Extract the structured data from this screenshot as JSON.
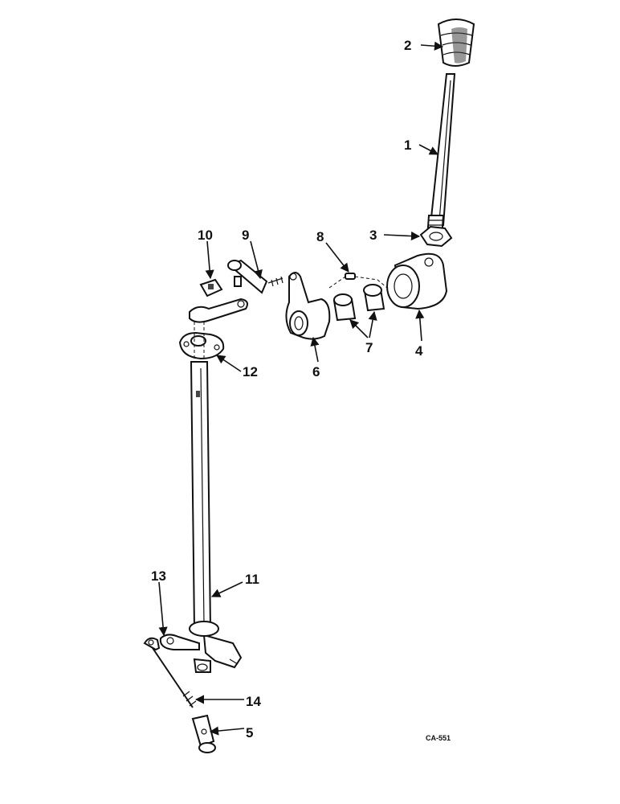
{
  "figure_code": "CA-551",
  "callouts": [
    "1",
    "2",
    "3",
    "4",
    "5",
    "6",
    "7",
    "8",
    "9",
    "10",
    "11",
    "12",
    "13",
    "14"
  ]
}
